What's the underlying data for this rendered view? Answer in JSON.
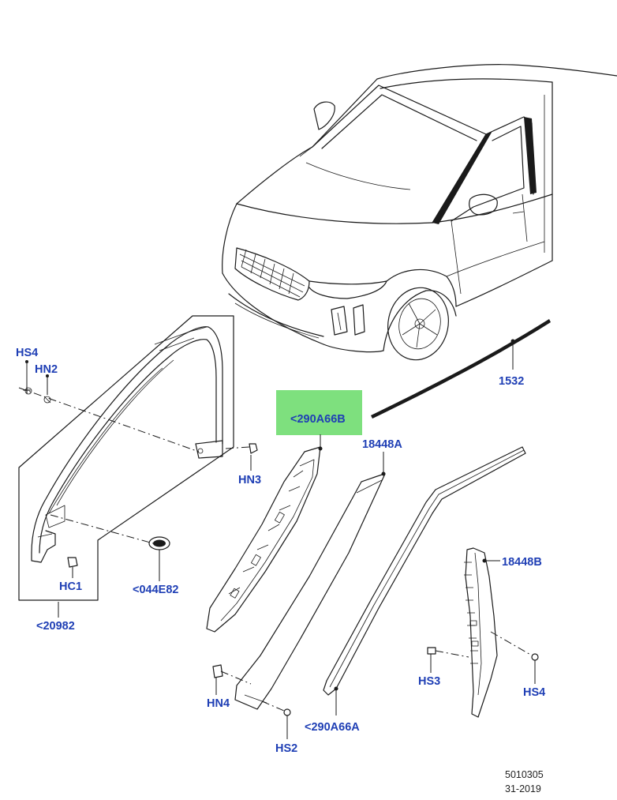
{
  "colors": {
    "label": "#1f3fb5",
    "highlight": "#7ee07e",
    "line": "#1a1a1a"
  },
  "labels": {
    "hs4_left": "HS4",
    "hn2": "HN2",
    "hn3": "HN3",
    "hc1": "HC1",
    "p044e82": "<044E82",
    "p20982": "<20982",
    "p290a66b": "<290A66B",
    "p18448a": "18448A",
    "p1532": "1532",
    "p18448b": "18448B",
    "hs3": "HS3",
    "hs4_right": "HS4",
    "hn4": "HN4",
    "hs2": "HS2",
    "p290a66a": "<290A66A"
  },
  "footer": {
    "code": "5010305",
    "date": "31-2019"
  }
}
